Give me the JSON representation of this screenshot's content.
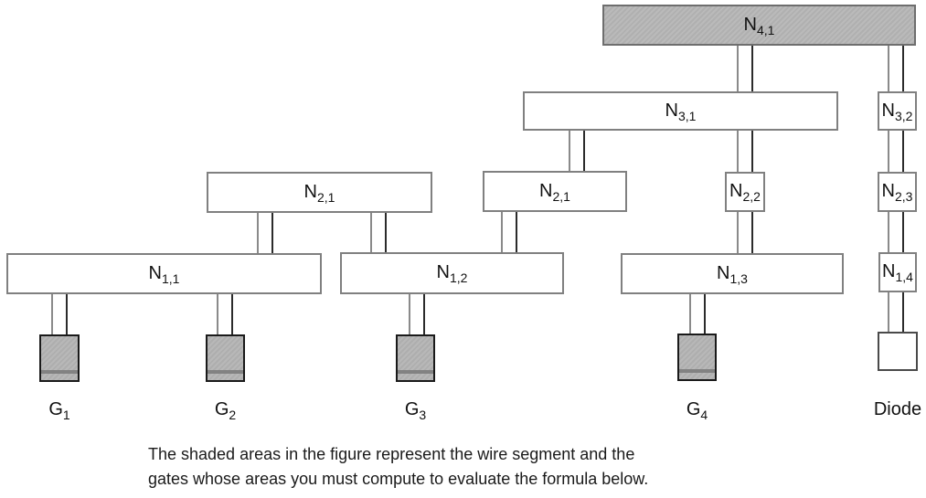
{
  "figure": {
    "background": "#ffffff",
    "shaded_fill": "#b6b6b6",
    "box_border": "#808080",
    "gate_border": "#1a1a1a",
    "nodes": {
      "n41": {
        "main": "N",
        "sub": "4,1"
      },
      "n31": {
        "main": "N",
        "sub": "3,1"
      },
      "n32": {
        "main": "N",
        "sub": "3,2"
      },
      "n21a": {
        "main": "N",
        "sub": "2,1"
      },
      "n21b": {
        "main": "N",
        "sub": "2,1"
      },
      "n22": {
        "main": "N",
        "sub": "2,2"
      },
      "n23": {
        "main": "N",
        "sub": "2,3"
      },
      "n11": {
        "main": "N",
        "sub": "1,1"
      },
      "n12": {
        "main": "N",
        "sub": "1,2"
      },
      "n13": {
        "main": "N",
        "sub": "1,3"
      },
      "n14": {
        "main": "N",
        "sub": "1,4"
      }
    },
    "gates": {
      "g1": {
        "main": "G",
        "sub": "1"
      },
      "g2": {
        "main": "G",
        "sub": "2"
      },
      "g3": {
        "main": "G",
        "sub": "3"
      },
      "g4": {
        "main": "G",
        "sub": "4"
      }
    },
    "diode_label": "Diode",
    "caption": {
      "line1": "The shaded areas in the figure represent the wire segment and the",
      "line2": "gates whose areas you must compute to evaluate the formula below."
    }
  }
}
